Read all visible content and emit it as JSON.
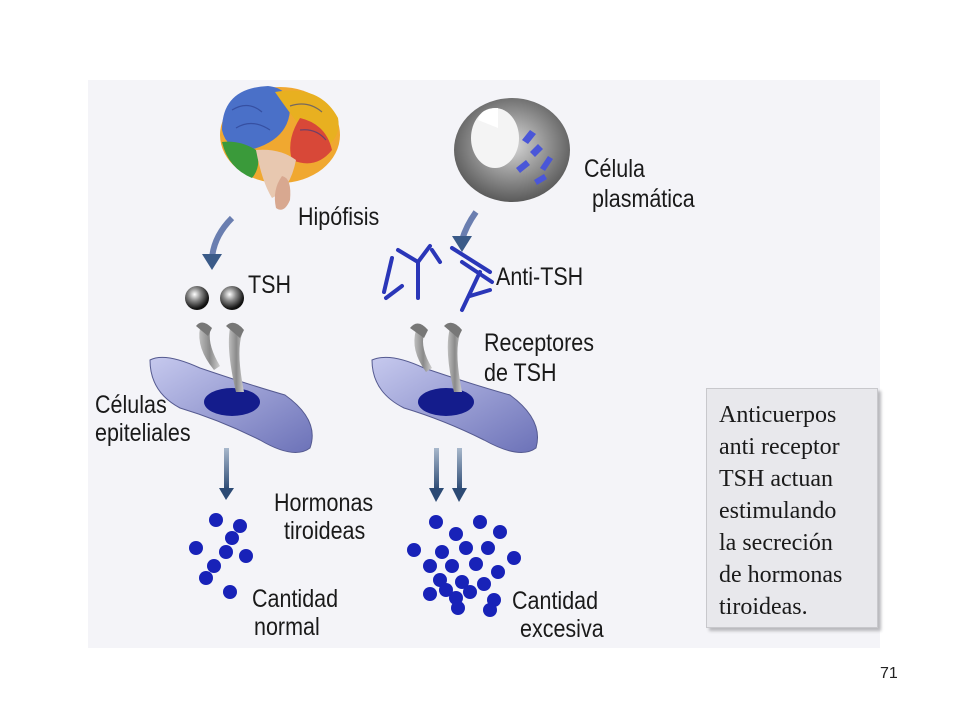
{
  "labels": {
    "hipofisis": "Hipófisis",
    "celula_plasmatica_1": "Célula",
    "celula_plasmatica_2": "plasmática",
    "tsh": "TSH",
    "anti_tsh": "Anti-TSH",
    "receptores_1": "Receptores",
    "receptores_2": "de TSH",
    "celulas_1": "Células",
    "celulas_2": "epiteliales",
    "hormonas_1": "Hormonas",
    "hormonas_2": "tiroideas",
    "normal_1": "Cantidad",
    "normal_2": "normal",
    "excesiva_1": "Cantidad",
    "excesiva_2": "excesiva"
  },
  "note": "Anticuerpos\nanti receptor\nTSH actuan\nestimulando\nla secreción\nde hormonas\ntiroideas.",
  "page_number": "71",
  "colors": {
    "antibody": "#2a36b8",
    "hormone_dot": "#1822b8",
    "cell_body": "#9aa0d8",
    "nucleus": "#141c8c",
    "arrow": "#3a5a88"
  }
}
